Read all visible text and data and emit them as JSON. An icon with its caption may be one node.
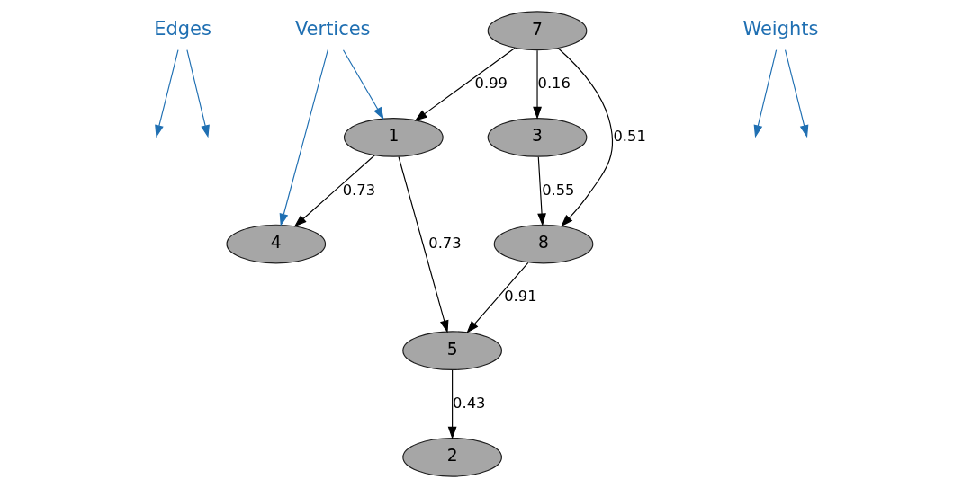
{
  "diagram": {
    "nodes": [
      {
        "text": [
          "Edges"
        ]
      },
      {
        "text": [
          "Vertices"
        ]
      },
      {
        "text": [
          "7"
        ]
      },
      {
        "text": [
          "1"
        ]
      },
      {
        "text": [
          "8"
        ]
      },
      {
        "text": [
          "5"
        ]
      },
      {
        "text": [
          "3"
        ]
      },
      {
        "text": [
          "4"
        ]
      },
      {
        "text": [
          "Weights"
        ]
      },
      {
        "text": [
          "2"
        ]
      }
    ],
    "edges": [
      {
        "from": 2,
        "to": 3,
        "arrow": "to",
        "label": "0.99"
      },
      {
        "from": 2,
        "to": 4,
        "arrow": "to",
        "label": "0.51"
      },
      {
        "from": 2,
        "to": 6,
        "arrow": "to",
        "label": "0.16"
      },
      {
        "from": 6,
        "to": 4,
        "arrow": "to",
        "label": "0.55"
      },
      {
        "from": 4,
        "to": 5,
        "arrow": "to",
        "label": "0.91"
      },
      {
        "from": 3,
        "to": 5,
        "arrow": "to",
        "label": "0.73"
      },
      {
        "from": 3,
        "to": 7,
        "arrow": "to",
        "label": "0.73"
      },
      {
        "from": 5,
        "to": 9,
        "arrow": "to",
        "label": "0.43"
      },
      {
        "from": 0,
        "to": null,
        "arrow": "to",
        "color": "#1f6fb2"
      },
      {
        "from": 0,
        "to": null,
        "arrow": "to",
        "color": "#1f6fb2"
      },
      {
        "from": 1,
        "to": 3,
        "arrow": "to",
        "color": "#1f6fb2"
      },
      {
        "from": 1,
        "to": 7,
        "arrow": "to",
        "color": "#1f6fb2"
      },
      {
        "from": 8,
        "to": null,
        "arrow": "to",
        "color": "#1f6fb2"
      },
      {
        "from": 8,
        "to": null,
        "arrow": "to",
        "color": "#1f6fb2"
      }
    ]
  }
}
